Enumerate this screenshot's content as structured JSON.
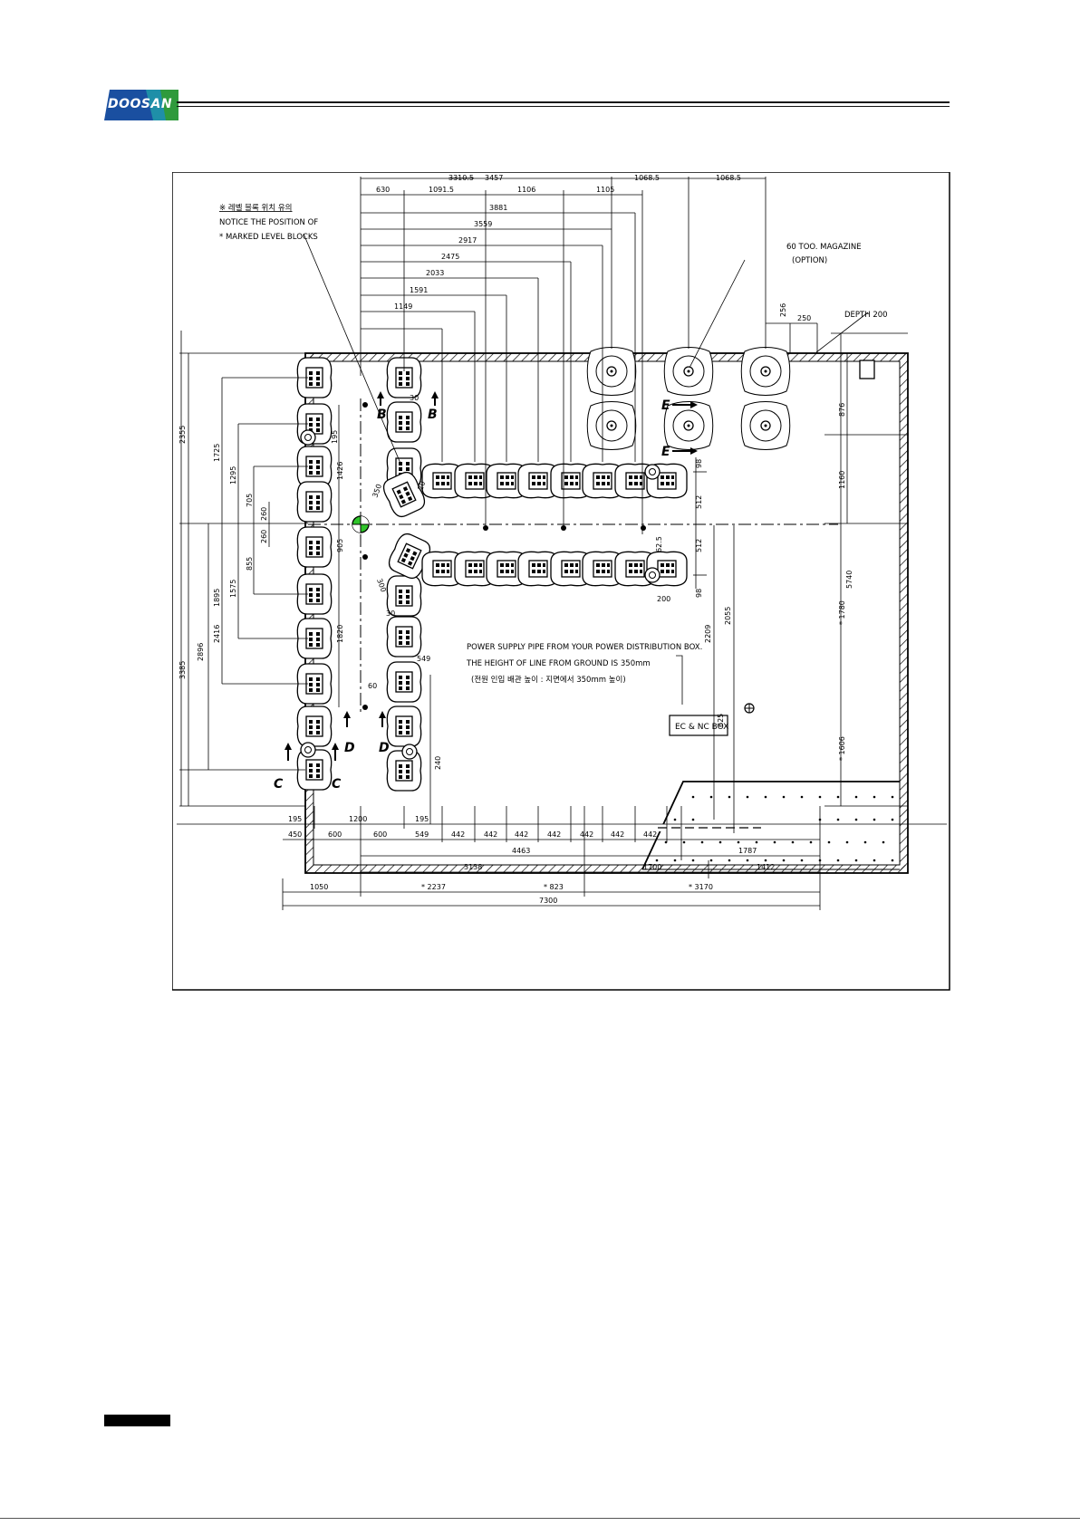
{
  "brand": {
    "name": "DOOSAN",
    "colors": {
      "blue": "#1a4fa0",
      "green": "#2f9a3c",
      "teal": "#1f8fa8"
    }
  },
  "notes": {
    "korean": "※ 레벨 블록 위치 유의",
    "line1": "NOTICE THE POSITION OF",
    "line2": "* MARKED LEVEL BLOCKS"
  },
  "labels": {
    "magazine": "60 TOO. MAGAZINE",
    "option": "(OPTION)",
    "depth": "DEPTH 200",
    "power1": "POWER SUPPLY PIPE FROM YOUR POWER DISTRIBUTION BOX.",
    "power2": "THE HEIGHT OF LINE FROM GROUND IS 350mm",
    "power_kr": "(전원 인입 배관 높이 : 지면에서 350mm 높이)",
    "box": "EC & NC BOX",
    "section_b1": "B",
    "section_b2": "B",
    "section_c1": "C",
    "section_c2": "C",
    "section_d1": "D",
    "section_d2": "D",
    "section_e1": "E",
    "section_e2": "E"
  },
  "dims": {
    "top_struck": "3310.5",
    "top_total": "3457",
    "top_seg1": "1068.5",
    "top_seg2": "1068.5",
    "row_630": "630",
    "row_1091": "1091.5",
    "row_1106": "1106",
    "row_1105": "1105",
    "r3881": "3881",
    "r3559": "3559",
    "r2917": "2917",
    "r2475": "2475",
    "r2033": "2033",
    "r1591": "1591",
    "r1149": "1149",
    "d256": "256",
    "d250": "250",
    "d876": "876",
    "d1160": "1160",
    "d5740": "5740",
    "d1780": "* 1780",
    "d1606": "* 1606",
    "left_2355": "2355",
    "left_3385": "3385",
    "left_2896": "2896",
    "left_2416": "2416",
    "left_1725": "1725",
    "left_1295": "1295",
    "left_705": "705",
    "left_260a": "260",
    "left_260b": "260",
    "left_855": "855",
    "left_1575": "1575",
    "left_1895": "1895",
    "v1426": "1426",
    "v905": "905",
    "v1820": "1820",
    "d195": "195",
    "d30a": "30",
    "d30b": "30",
    "d350": "350",
    "d20a": "20",
    "d20b": "20",
    "d300": "300",
    "d60": "60",
    "d549b": "549",
    "d240": "240",
    "d98a": "98",
    "d512a": "512",
    "d512b": "512",
    "d98b": "98",
    "d62": "62.5",
    "d200": "200",
    "d2209": "2209",
    "d2055": "2055",
    "d625": "625",
    "b195a": "195",
    "b1200": "1200",
    "b195b": "195",
    "b450": "450",
    "b600a": "600",
    "b600b": "600",
    "b549": "549",
    "b442a": "442",
    "b442b": "442",
    "b442c": "442",
    "b442d": "442",
    "b442e": "442",
    "b442f": "442",
    "b442g": "442",
    "b4463": "4463",
    "b1787": "1787",
    "b3138": "3138",
    "b1700": "1700",
    "b1412": "1412",
    "b1050": "1050",
    "b2237": "* 2237",
    "b823": "* 823",
    "b3170": "* 3170",
    "b7300": "7300"
  }
}
